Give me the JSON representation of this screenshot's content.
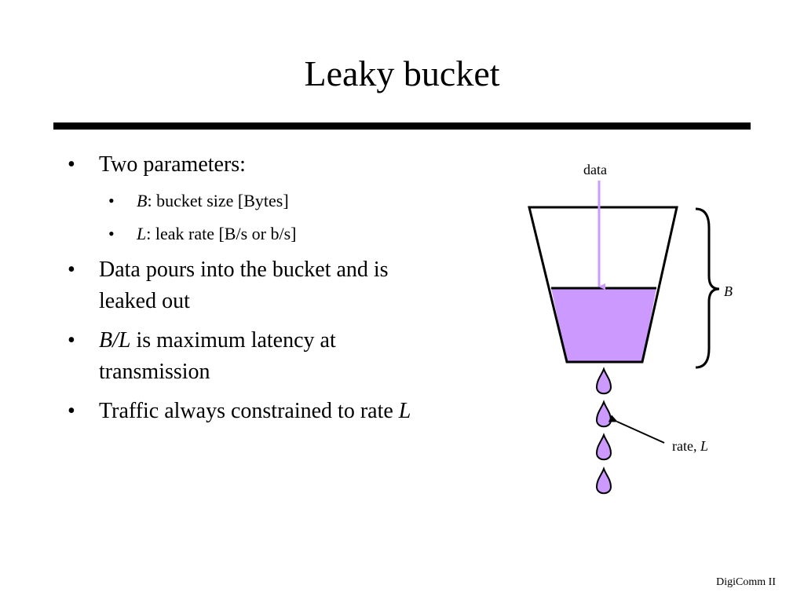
{
  "slide": {
    "title": "Leaky bucket",
    "footer": "DigiComm II"
  },
  "bullets": {
    "b1": "Two parameters:",
    "b1a_var": "B",
    "b1a_text": ": bucket size [Bytes]",
    "b1b_var": "L",
    "b1b_text": ": leak rate [B/s or b/s]",
    "b2": "Data pours into the bucket and is leaked out",
    "b3_var": "B/L",
    "b3_text": " is maximum latency at transmission",
    "b4_text": "Traffic always constrained to rate ",
    "b4_var": "L"
  },
  "diagram": {
    "data_label": "data",
    "size_label": "B",
    "rate_label": "rate, ",
    "rate_var": "L",
    "colors": {
      "fill": "#cc99ff",
      "arrow_in": "#cc99ff",
      "outline": "#000000"
    }
  }
}
